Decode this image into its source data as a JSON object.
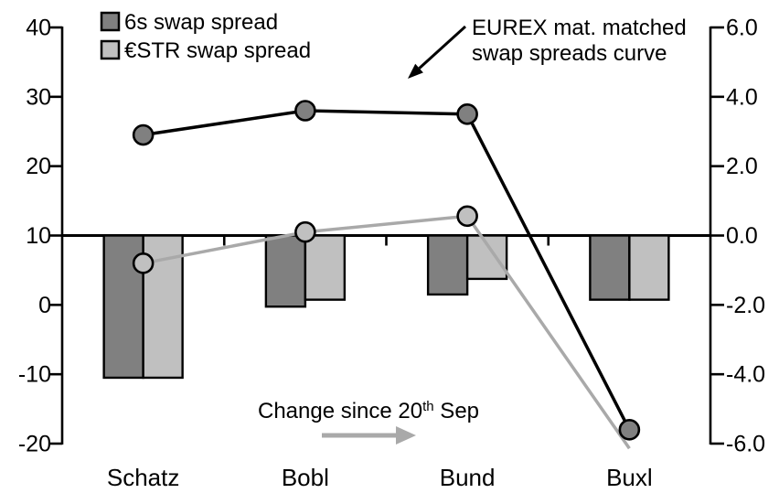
{
  "chart_data": {
    "type": "combo-line-bar",
    "categories": [
      "Schatz",
      "Bobl",
      "Bund",
      "Buxl"
    ],
    "left_axis": {
      "min": -20,
      "max": 40,
      "ticks": [
        {
          "label": "40",
          "value": 40
        },
        {
          "label": "30",
          "value": 30
        },
        {
          "label": "20",
          "value": 20
        },
        {
          "label": "10",
          "value": 10
        },
        {
          "label": "0",
          "value": 0
        },
        {
          "label": "-10",
          "value": -10
        },
        {
          "label": "-20",
          "value": -20
        }
      ]
    },
    "right_axis": {
      "min": -6,
      "max": 6,
      "ticks": [
        {
          "label": "6.0",
          "value": 6
        },
        {
          "label": "4.0",
          "value": 4
        },
        {
          "label": "2.0",
          "value": 2
        },
        {
          "label": "0.0",
          "value": 0
        },
        {
          "label": "-2.0",
          "value": -2
        },
        {
          "label": "-4.0",
          "value": -4
        },
        {
          "label": "-6.0",
          "value": -6
        }
      ]
    },
    "baseline_left_value": 10,
    "line_series": [
      {
        "name": "6s swap spread",
        "axis": "left",
        "color": "#000000",
        "marker_fill": "#808080",
        "values": [
          24.5,
          28,
          27.5,
          -18
        ],
        "markers": [
          true,
          true,
          true,
          true
        ]
      },
      {
        "name": "€STR swap spread",
        "axis": "left",
        "color": "#A9A9A9",
        "marker_fill": "#C0C0C0",
        "values": [
          6,
          10.5,
          12.8,
          -20.7
        ],
        "markers": [
          true,
          true,
          true,
          false
        ]
      }
    ],
    "bar_series": [
      {
        "name": "6s swap spread change",
        "axis": "right",
        "color": "#808080",
        "values": [
          -4.1,
          -2.05,
          -1.7,
          -1.85
        ]
      },
      {
        "name": "€STR swap spread change",
        "axis": "right",
        "color": "#C0C0C0",
        "values": [
          -4.1,
          -1.85,
          -1.25,
          -1.85
        ]
      }
    ],
    "legend": [
      {
        "label": "6s swap spread",
        "color": "#808080"
      },
      {
        "label": "€STR swap spread",
        "color": "#C0C0C0"
      }
    ],
    "annotations": {
      "curve_line1": "EUREX mat. matched",
      "curve_line2": "swap spreads curve",
      "change_prefix": "Change since 20",
      "change_sup": "th",
      "change_suffix": " Sep"
    },
    "colors": {
      "dark_gray": "#808080",
      "light_gray": "#C0C0C0",
      "gray_line": "#A9A9A9",
      "black": "#000000"
    },
    "legend_position": "top-left",
    "grid": false
  }
}
